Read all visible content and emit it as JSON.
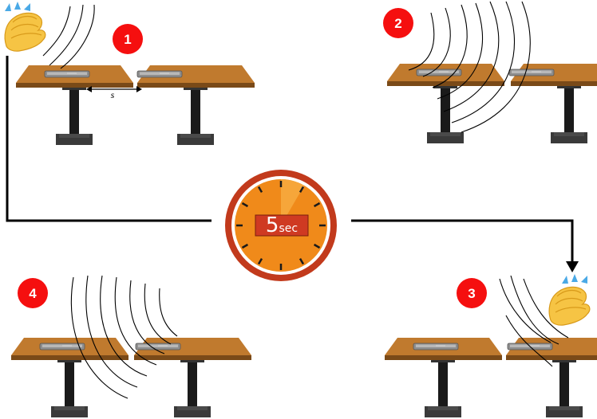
{
  "steps": [
    {
      "number": "1"
    },
    {
      "number": "2"
    },
    {
      "number": "3"
    },
    {
      "number": "4"
    }
  ],
  "distance_label": "s",
  "timer": {
    "value": "5",
    "unit": "sec"
  },
  "icons": [
    "clapping-hands-icon",
    "stopwatch-icon",
    "table-icon",
    "phone-icon",
    "sound-wave-icon"
  ],
  "colors": {
    "step_badge": "#f50f0f",
    "table_top": "#c07a2e",
    "table_leg": "#1a1a1a",
    "clock_face": "#f08a1a",
    "clock_rim": "#c23a1c",
    "timer_box": "#cf3a22",
    "hand_skin": "#f6c444",
    "accent_blue": "#4aa9e6"
  }
}
